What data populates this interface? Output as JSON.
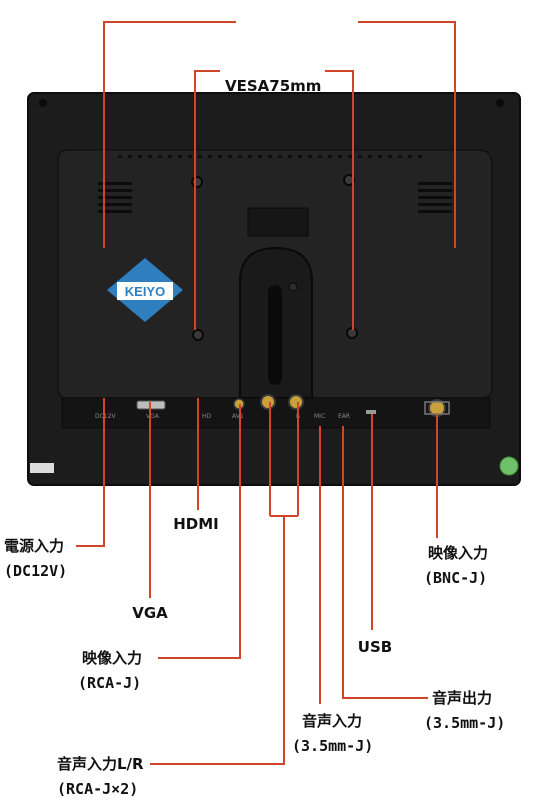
{
  "labels": {
    "vesa": "VESA75mm",
    "hdmi": "HDMI",
    "vga": "VGA",
    "usb": "USB",
    "power": "電源入力",
    "power_spec": "(DC12V)",
    "video_rca": "映像入力",
    "video_rca_spec": "(RCA-J)",
    "audio_rca": "音声入力L/R",
    "audio_rca_spec": "(RCA-J×2)",
    "audio_in": "音声入力",
    "audio_in_spec": "(3.5mm-J)",
    "audio_out": "音声出力",
    "audio_out_spec": "(3.5mm-J)",
    "video_bnc": "映像入力",
    "video_bnc_spec": "(BNC-J)"
  },
  "device": {
    "logo_text": "KEIYO",
    "port_labels": [
      "DC12V",
      "VGA",
      "HD",
      "AV1",
      "R",
      "MIC",
      "EAR"
    ]
  },
  "colors": {
    "leader_line": "#d2452a",
    "logo_blue": "#2f7fbf",
    "panel": "#1e1e1e"
  }
}
